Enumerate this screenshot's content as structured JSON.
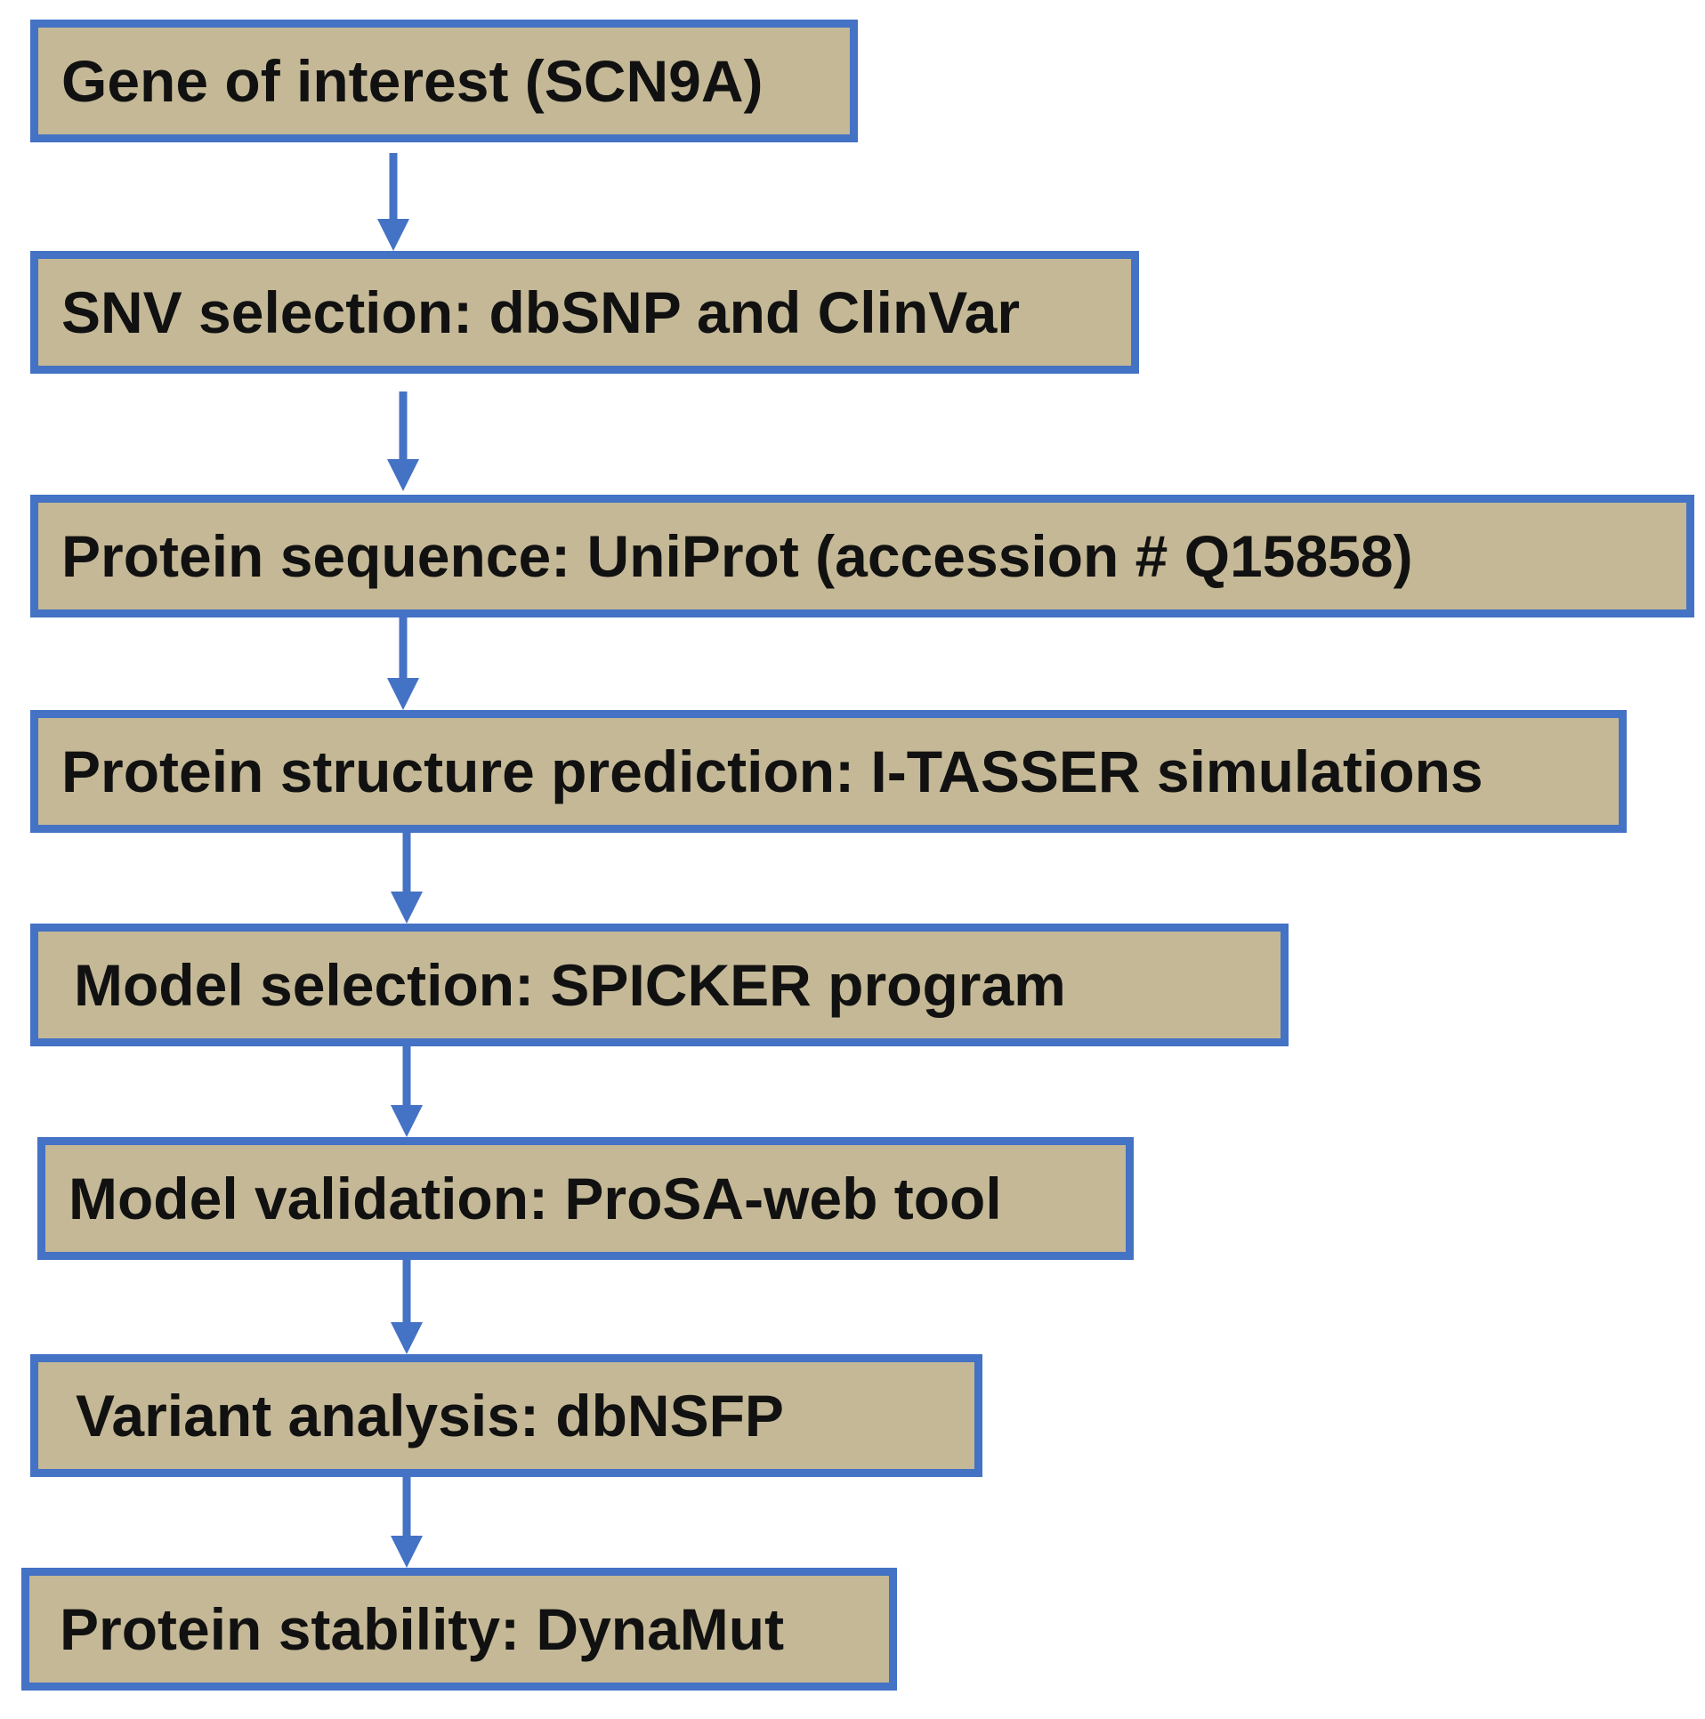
{
  "diagram": {
    "steps": [
      {
        "id": "step-1",
        "label": "Gene of interest (SCN9A)"
      },
      {
        "id": "step-2",
        "label": "SNV selection: dbSNP and ClinVar"
      },
      {
        "id": "step-3",
        "label": "Protein sequence: UniProt (accession # Q15858)"
      },
      {
        "id": "step-4",
        "label": "Protein structure prediction: I-TASSER simulations"
      },
      {
        "id": "step-5",
        "label": "Model selection: SPICKER program"
      },
      {
        "id": "step-6",
        "label": "Model validation: ProSA-web tool"
      },
      {
        "id": "step-7",
        "label": "Variant analysis: dbNSFP"
      },
      {
        "id": "step-8",
        "label": "Protein stability: DynaMut"
      }
    ],
    "edges": [
      {
        "from": "step-1",
        "to": "step-2"
      },
      {
        "from": "step-2",
        "to": "step-3"
      },
      {
        "from": "step-3",
        "to": "step-4"
      },
      {
        "from": "step-4",
        "to": "step-5"
      },
      {
        "from": "step-5",
        "to": "step-6"
      },
      {
        "from": "step-6",
        "to": "step-7"
      },
      {
        "from": "step-7",
        "to": "step-8"
      }
    ],
    "colors": {
      "box_fill": "#c4b896",
      "box_border": "#4472c4",
      "arrow": "#4472c4",
      "text": "#111111"
    }
  }
}
